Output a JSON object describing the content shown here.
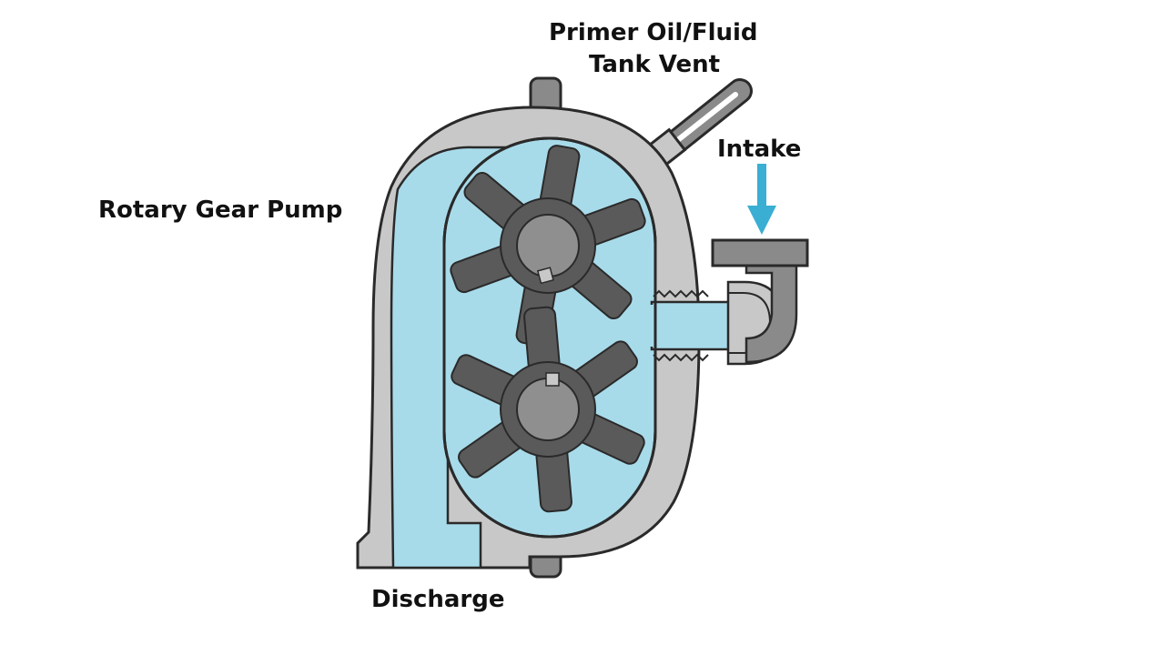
{
  "title": "Rotary Gear Pump",
  "labels": {
    "vent_line1": "Primer Oil/Fluid",
    "vent_line2": "Tank Vent",
    "intake": "Intake",
    "discharge": "Discharge"
  },
  "colors": {
    "background": "#ffffff",
    "casing": "#c8c8c8",
    "outline": "#2a2a2a",
    "fluid": "#a8dbea",
    "gear": "#5a5a5a",
    "hub": "#8f8f8f",
    "pipe": "#8a8a8a",
    "arrow": "#3aaed3"
  },
  "icons": {
    "flow_arrow": "intake-arrow-icon"
  }
}
